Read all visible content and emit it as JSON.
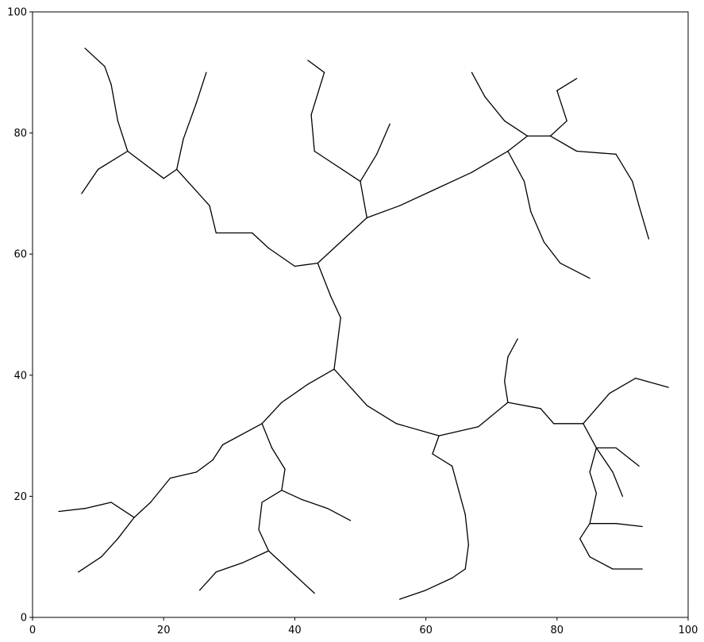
{
  "chart_data": {
    "type": "line",
    "title": "",
    "xlabel": "",
    "ylabel": "",
    "xlim": [
      0,
      100
    ],
    "ylim": [
      0,
      100
    ],
    "xticks": [
      "0",
      "20",
      "40",
      "60",
      "80",
      "100"
    ],
    "yticks": [
      "0",
      "20",
      "40",
      "60",
      "80",
      "100"
    ],
    "grid": false,
    "legend": "none",
    "line_color": "#000000",
    "series": [
      {
        "description_of_structure": "",
        "edges": [
          [
            [
              46.0,
              41.0
            ],
            [
              42.0,
              38.5
            ]
          ],
          [
            [
              42.0,
              38.5
            ],
            [
              38.0,
              35.5
            ]
          ],
          [
            [
              38.0,
              35.5
            ],
            [
              35.0,
              32.0
            ]
          ],
          [
            [
              35.0,
              32.0
            ],
            [
              29.0,
              28.5
            ]
          ],
          [
            [
              29.0,
              28.5
            ],
            [
              27.5,
              26.0
            ]
          ],
          [
            [
              27.5,
              26.0
            ],
            [
              25.0,
              24.0
            ]
          ],
          [
            [
              25.0,
              24.0
            ],
            [
              21.0,
              23.0
            ]
          ],
          [
            [
              21.0,
              23.0
            ],
            [
              18.0,
              19.0
            ]
          ],
          [
            [
              18.0,
              19.0
            ],
            [
              15.5,
              16.5
            ]
          ],
          [
            [
              15.5,
              16.5
            ],
            [
              12.0,
              19.0
            ]
          ],
          [
            [
              12.0,
              19.0
            ],
            [
              8.0,
              18.0
            ]
          ],
          [
            [
              8.0,
              18.0
            ],
            [
              4.0,
              17.5
            ]
          ],
          [
            [
              15.5,
              16.5
            ],
            [
              13.0,
              13.0
            ]
          ],
          [
            [
              13.0,
              13.0
            ],
            [
              10.5,
              10.0
            ]
          ],
          [
            [
              10.5,
              10.0
            ],
            [
              7.0,
              7.5
            ]
          ],
          [
            [
              35.0,
              32.0
            ],
            [
              36.5,
              28.0
            ]
          ],
          [
            [
              36.5,
              28.0
            ],
            [
              38.5,
              24.5
            ]
          ],
          [
            [
              38.5,
              24.5
            ],
            [
              38.0,
              21.0
            ]
          ],
          [
            [
              38.0,
              21.0
            ],
            [
              35.0,
              19.0
            ]
          ],
          [
            [
              35.0,
              19.0
            ],
            [
              34.5,
              14.5
            ]
          ],
          [
            [
              34.5,
              14.5
            ],
            [
              36.0,
              11.0
            ]
          ],
          [
            [
              36.0,
              11.0
            ],
            [
              32.0,
              9.0
            ]
          ],
          [
            [
              32.0,
              9.0
            ],
            [
              28.0,
              7.5
            ]
          ],
          [
            [
              28.0,
              7.5
            ],
            [
              25.5,
              4.5
            ]
          ],
          [
            [
              36.0,
              11.0
            ],
            [
              40.0,
              7.0
            ]
          ],
          [
            [
              40.0,
              7.0
            ],
            [
              43.0,
              4.0
            ]
          ],
          [
            [
              38.0,
              21.0
            ],
            [
              41.0,
              19.5
            ]
          ],
          [
            [
              41.0,
              19.5
            ],
            [
              45.0,
              18.0
            ]
          ],
          [
            [
              45.0,
              18.0
            ],
            [
              48.5,
              16.0
            ]
          ],
          [
            [
              46.0,
              41.0
            ],
            [
              51.0,
              35.0
            ]
          ],
          [
            [
              51.0,
              35.0
            ],
            [
              55.5,
              32.0
            ]
          ],
          [
            [
              55.5,
              32.0
            ],
            [
              62.0,
              30.0
            ]
          ],
          [
            [
              62.0,
              30.0
            ],
            [
              68.0,
              31.5
            ]
          ],
          [
            [
              68.0,
              31.5
            ],
            [
              72.5,
              35.5
            ]
          ],
          [
            [
              72.5,
              35.5
            ],
            [
              77.5,
              34.5
            ]
          ],
          [
            [
              77.5,
              34.5
            ],
            [
              79.5,
              32.0
            ]
          ],
          [
            [
              79.5,
              32.0
            ],
            [
              84.0,
              32.0
            ]
          ],
          [
            [
              84.0,
              32.0
            ],
            [
              86.0,
              28.0
            ]
          ],
          [
            [
              86.0,
              28.0
            ],
            [
              89.0,
              28.0
            ]
          ],
          [
            [
              89.0,
              28.0
            ],
            [
              92.5,
              25.0
            ]
          ],
          [
            [
              86.0,
              28.0
            ],
            [
              88.5,
              24.0
            ]
          ],
          [
            [
              88.5,
              24.0
            ],
            [
              90.0,
              20.0
            ]
          ],
          [
            [
              84.0,
              32.0
            ],
            [
              88.0,
              37.0
            ]
          ],
          [
            [
              88.0,
              37.0
            ],
            [
              92.0,
              39.5
            ]
          ],
          [
            [
              92.0,
              39.5
            ],
            [
              97.0,
              38.0
            ]
          ],
          [
            [
              86.0,
              28.0
            ],
            [
              85.0,
              24.0
            ]
          ],
          [
            [
              85.0,
              24.0
            ],
            [
              86.0,
              20.5
            ]
          ],
          [
            [
              86.0,
              20.5
            ],
            [
              85.0,
              15.5
            ]
          ],
          [
            [
              85.0,
              15.5
            ],
            [
              83.5,
              13.0
            ]
          ],
          [
            [
              83.5,
              13.0
            ],
            [
              85.0,
              10.0
            ]
          ],
          [
            [
              85.0,
              10.0
            ],
            [
              88.5,
              8.0
            ]
          ],
          [
            [
              88.5,
              8.0
            ],
            [
              93.0,
              8.0
            ]
          ],
          [
            [
              85.0,
              15.5
            ],
            [
              89.0,
              15.5
            ]
          ],
          [
            [
              89.0,
              15.5
            ],
            [
              93.0,
              15.0
            ]
          ],
          [
            [
              62.0,
              30.0
            ],
            [
              61.0,
              27.0
            ]
          ],
          [
            [
              61.0,
              27.0
            ],
            [
              64.0,
              25.0
            ]
          ],
          [
            [
              64.0,
              25.0
            ],
            [
              65.0,
              21.0
            ]
          ],
          [
            [
              65.0,
              21.0
            ],
            [
              66.0,
              17.0
            ]
          ],
          [
            [
              66.0,
              17.0
            ],
            [
              66.5,
              12.0
            ]
          ],
          [
            [
              66.5,
              12.0
            ],
            [
              66.0,
              8.0
            ]
          ],
          [
            [
              66.0,
              8.0
            ],
            [
              64.0,
              6.5
            ]
          ],
          [
            [
              64.0,
              6.5
            ],
            [
              60.0,
              4.5
            ]
          ],
          [
            [
              60.0,
              4.5
            ],
            [
              56.0,
              3.0
            ]
          ],
          [
            [
              72.5,
              35.5
            ],
            [
              72.0,
              39.0
            ]
          ],
          [
            [
              72.0,
              39.0
            ],
            [
              72.5,
              43.0
            ]
          ],
          [
            [
              72.5,
              43.0
            ],
            [
              74.0,
              46.0
            ]
          ],
          [
            [
              46.0,
              41.0
            ],
            [
              47.0,
              49.5
            ]
          ],
          [
            [
              47.0,
              49.5
            ],
            [
              45.5,
              53.0
            ]
          ],
          [
            [
              45.5,
              53.0
            ],
            [
              43.5,
              58.5
            ]
          ],
          [
            [
              43.5,
              58.5
            ],
            [
              40.0,
              58.0
            ]
          ],
          [
            [
              40.0,
              58.0
            ],
            [
              36.0,
              61.0
            ]
          ],
          [
            [
              36.0,
              61.0
            ],
            [
              33.5,
              63.5
            ]
          ],
          [
            [
              33.5,
              63.5
            ],
            [
              28.0,
              63.5
            ]
          ],
          [
            [
              28.0,
              63.5
            ],
            [
              27.0,
              68.0
            ]
          ],
          [
            [
              27.0,
              68.0
            ],
            [
              24.5,
              71.0
            ]
          ],
          [
            [
              24.5,
              71.0
            ],
            [
              22.0,
              74.0
            ]
          ],
          [
            [
              22.0,
              74.0
            ],
            [
              20.0,
              72.5
            ]
          ],
          [
            [
              20.0,
              72.5
            ],
            [
              14.5,
              77.0
            ]
          ],
          [
            [
              14.5,
              77.0
            ],
            [
              13.0,
              82.0
            ]
          ],
          [
            [
              13.0,
              82.0
            ],
            [
              12.0,
              88.0
            ]
          ],
          [
            [
              12.0,
              88.0
            ],
            [
              11.0,
              91.0
            ]
          ],
          [
            [
              11.0,
              91.0
            ],
            [
              8.0,
              94.0
            ]
          ],
          [
            [
              14.5,
              77.0
            ],
            [
              10.0,
              74.0
            ]
          ],
          [
            [
              10.0,
              74.0
            ],
            [
              7.5,
              70.0
            ]
          ],
          [
            [
              22.0,
              74.0
            ],
            [
              23.0,
              79.0
            ]
          ],
          [
            [
              23.0,
              79.0
            ],
            [
              25.0,
              85.0
            ]
          ],
          [
            [
              25.0,
              85.0
            ],
            [
              26.5,
              90.0
            ]
          ],
          [
            [
              43.5,
              58.5
            ],
            [
              47.5,
              62.5
            ]
          ],
          [
            [
              47.5,
              62.5
            ],
            [
              51.0,
              66.0
            ]
          ],
          [
            [
              51.0,
              66.0
            ],
            [
              56.0,
              68.0
            ]
          ],
          [
            [
              56.0,
              68.0
            ],
            [
              61.0,
              70.5
            ]
          ],
          [
            [
              61.0,
              70.5
            ],
            [
              67.0,
              73.5
            ]
          ],
          [
            [
              67.0,
              73.5
            ],
            [
              72.5,
              77.0
            ]
          ],
          [
            [
              72.5,
              77.0
            ],
            [
              75.5,
              79.5
            ]
          ],
          [
            [
              75.5,
              79.5
            ],
            [
              79.0,
              79.5
            ]
          ],
          [
            [
              79.0,
              79.5
            ],
            [
              81.5,
              82.0
            ]
          ],
          [
            [
              81.5,
              82.0
            ],
            [
              80.0,
              87.0
            ]
          ],
          [
            [
              80.0,
              87.0
            ],
            [
              83.0,
              89.0
            ]
          ],
          [
            [
              79.0,
              79.5
            ],
            [
              83.0,
              77.0
            ]
          ],
          [
            [
              83.0,
              77.0
            ],
            [
              89.0,
              76.5
            ]
          ],
          [
            [
              89.0,
              76.5
            ],
            [
              91.5,
              72.0
            ]
          ],
          [
            [
              91.5,
              72.0
            ],
            [
              92.5,
              68.0
            ]
          ],
          [
            [
              92.5,
              68.0
            ],
            [
              94.0,
              62.5
            ]
          ],
          [
            [
              72.5,
              77.0
            ],
            [
              75.0,
              72.0
            ]
          ],
          [
            [
              75.0,
              72.0
            ],
            [
              76.0,
              67.0
            ]
          ],
          [
            [
              76.0,
              67.0
            ],
            [
              78.0,
              62.0
            ]
          ],
          [
            [
              78.0,
              62.0
            ],
            [
              80.5,
              58.5
            ]
          ],
          [
            [
              80.5,
              58.5
            ],
            [
              85.0,
              56.0
            ]
          ],
          [
            [
              51.0,
              66.0
            ],
            [
              50.0,
              72.0
            ]
          ],
          [
            [
              50.0,
              72.0
            ],
            [
              43.0,
              77.0
            ]
          ],
          [
            [
              43.0,
              77.0
            ],
            [
              42.5,
              83.0
            ]
          ],
          [
            [
              42.5,
              83.0
            ],
            [
              44.5,
              90.0
            ]
          ],
          [
            [
              44.5,
              90.0
            ],
            [
              42.0,
              92.0
            ]
          ],
          [
            [
              50.0,
              72.0
            ],
            [
              52.5,
              76.5
            ]
          ],
          [
            [
              52.5,
              76.5
            ],
            [
              54.5,
              81.5
            ]
          ],
          [
            [
              75.5,
              79.5
            ],
            [
              72.0,
              82.0
            ]
          ],
          [
            [
              72.0,
              82.0
            ],
            [
              69.0,
              86.0
            ]
          ],
          [
            [
              69.0,
              86.0
            ],
            [
              67.0,
              90.0
            ]
          ]
        ]
      }
    ]
  }
}
